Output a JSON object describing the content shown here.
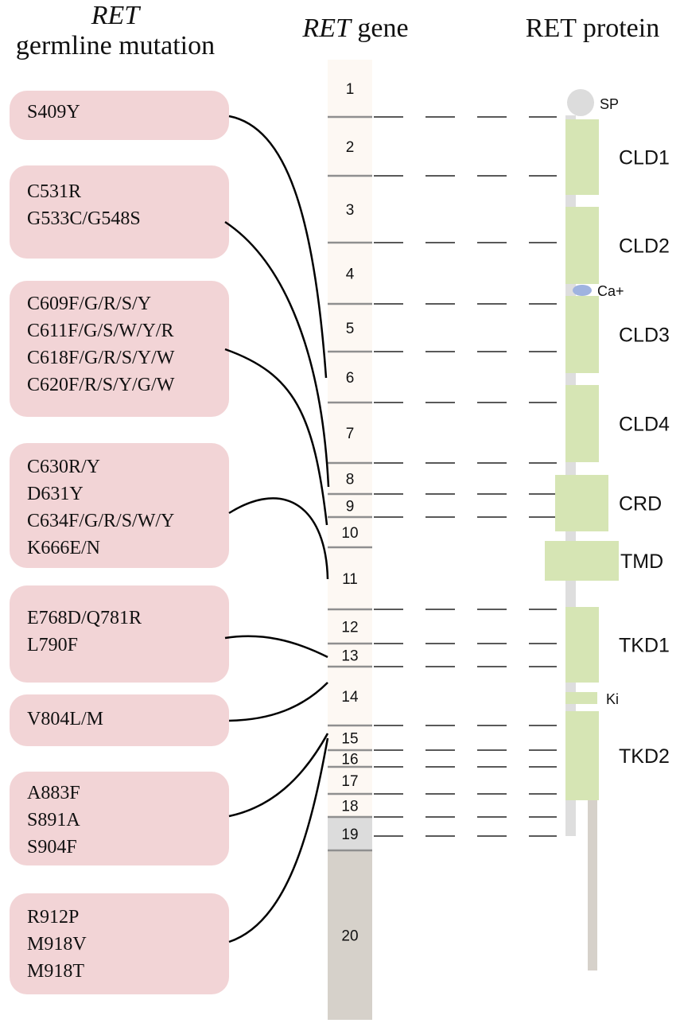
{
  "headers": {
    "germline_italic": "RET",
    "germline_rest": "germline mutation",
    "gene_italic": "RET",
    "gene_rest": " gene",
    "protein": "RET protein"
  },
  "colors": {
    "mutation_box": "#f2d4d6",
    "exon_light": "#fdf8f3",
    "exon_dark": "#d6d1ca",
    "exon_19": "#dcdcdc",
    "domain": "#d6e5b4",
    "backbone": "#dedede",
    "calcium": "#9fb3e0",
    "highlight_blue": "#1c2a8c",
    "highlight_red": "#d42020"
  },
  "mutation_groups": [
    {
      "lines": [
        {
          "text": "S409Y",
          "color": "black"
        }
      ]
    },
    {
      "lines": [
        {
          "text": "C531R",
          "color": "black"
        },
        {
          "text": "G533C/G548S",
          "color": "black"
        }
      ]
    },
    {
      "lines": [
        {
          "text": "C609F/G/R/S/Y",
          "color": "black"
        },
        {
          "text": "C611F/G/S/W/Y/R",
          "color": "black"
        },
        {
          "text": "C618F/G/R/S/Y/W",
          "color": "black"
        },
        {
          "text": "C620F/R/S/Y/G/W",
          "color": "black"
        }
      ]
    },
    {
      "lines": [
        {
          "text": "C630R/Y",
          "color": "black"
        },
        {
          "text": "D631Y",
          "color": "black"
        },
        {
          "text": "C634F/G/R/S/W/Y",
          "color": "blue"
        },
        {
          "text": "K666E/N",
          "color": "black"
        }
      ]
    },
    {
      "lines": [
        {
          "text": "E768D/Q781R",
          "color": "black"
        },
        {
          "text": "L790F",
          "color": "black"
        }
      ]
    },
    {
      "lines": [
        {
          "text": "V804L/M",
          "color": "black"
        }
      ]
    },
    {
      "lines": [
        {
          "text": "A883F",
          "color": "blue"
        },
        {
          "text": "S891A",
          "color": "black"
        },
        {
          "text": "S904F",
          "color": "black"
        }
      ]
    },
    {
      "lines": [
        {
          "text": "R912P",
          "color": "black"
        },
        {
          "text": "M918V",
          "color": "black"
        },
        {
          "text": "M918T",
          "color": "red"
        }
      ]
    }
  ],
  "exons": [
    "1",
    "2",
    "3",
    "4",
    "5",
    "6",
    "7",
    "8",
    "9",
    "10",
    "11",
    "12",
    "13",
    "14",
    "15",
    "16",
    "17",
    "18",
    "19",
    "20"
  ],
  "domains": [
    {
      "label": "SP"
    },
    {
      "label": "CLD1"
    },
    {
      "label": "CLD2"
    },
    {
      "label": "Ca+"
    },
    {
      "label": "CLD3"
    },
    {
      "label": "CLD4"
    },
    {
      "label": "CRD"
    },
    {
      "label": "TMD"
    },
    {
      "label": "TKD1"
    },
    {
      "label": "Ki"
    },
    {
      "label": "TKD2"
    }
  ]
}
